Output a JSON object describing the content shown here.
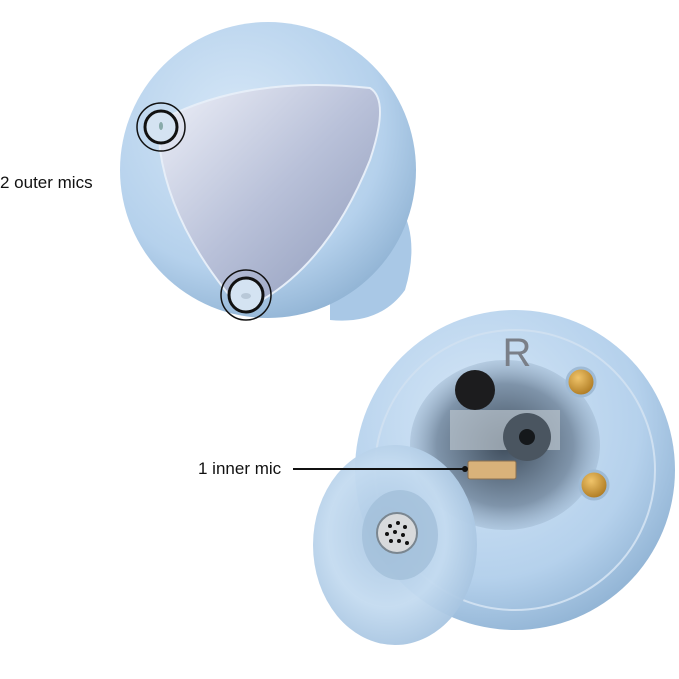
{
  "labels": {
    "outer_mics": "2 outer mics",
    "inner_mic": "1 inner mic",
    "side_marking": "R"
  },
  "colors": {
    "earbud_body": "#b7d3ec",
    "earbud_shadow": "#8fb2d3",
    "face_panel": "#c4cbe0",
    "contact_gold": "#c9962e",
    "callout_line": "#111111"
  }
}
